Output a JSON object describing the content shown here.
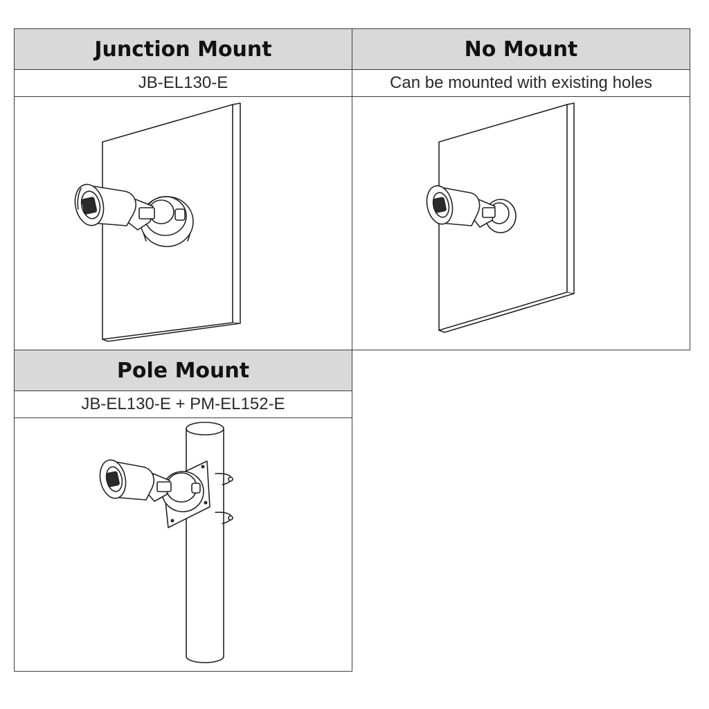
{
  "mounts": [
    {
      "title": "Junction Mount",
      "model": "JB-EL130-E"
    },
    {
      "title": "No Mount",
      "model": "Can be mounted with existing holes"
    },
    {
      "title": "Pole Mount",
      "model": "JB-EL130-E + PM-EL152-E"
    }
  ]
}
